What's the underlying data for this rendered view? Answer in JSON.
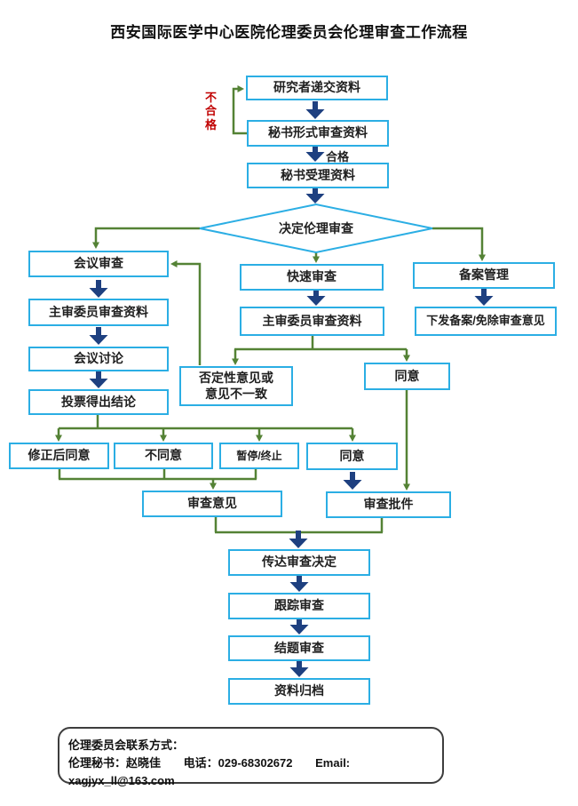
{
  "title": "西安国际医学中心医院伦理委员会伦理审查工作流程",
  "colors": {
    "box_border": "#2BAEE4",
    "block_arrow_blue": "#1E4080",
    "line_green": "#548235",
    "reject_red": "#C00000",
    "text": "#1f1f1f",
    "contact_border": "#3d3d3d"
  },
  "labels": {
    "unqualified": "不合格",
    "qualified": "合格"
  },
  "nodes": {
    "submit": "研究者递交资料",
    "formal_review": "秘书形式审查资料",
    "accept": "秘书受理资料",
    "decide": "决定伦理审查",
    "meeting_review": "会议审查",
    "chief_review_left": "主审委员审查资料",
    "meeting_discussion": "会议讨论",
    "vote": "投票得出结论",
    "rapid_review": "快速审查",
    "chief_review_mid": "主审委员审查资料",
    "negative_opinion": "否定性意见或\n意见不一致",
    "agree_mid": "同意",
    "record_management": "备案管理",
    "record_issue": "下发备案/免除审查意见",
    "approve_after_revision": "修正后同意",
    "disagree": "不同意",
    "suspend_terminate": "暂停/终止",
    "agree_row": "同意",
    "review_opinion": "审查意见",
    "review_approval": "审查批件",
    "convey_decision": "传达审查决定",
    "follow_up_review": "跟踪审查",
    "conclusion_review": "结题审查",
    "archive": "资料归档"
  },
  "contact": {
    "heading": "伦理委员会联系方式：",
    "secretary": "伦理秘书：赵晓佳",
    "phone": "电话：029-68302672",
    "email": "Email: xagjyx_ll@163.com"
  }
}
